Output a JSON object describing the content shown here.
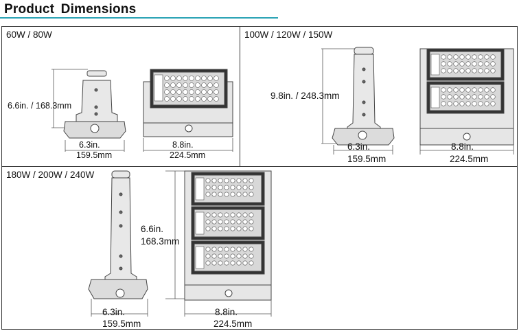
{
  "header": {
    "title": "Product  Dimensions",
    "accent": "#2aa3b5"
  },
  "panels": [
    {
      "title": "60W / 80W",
      "height_label": "6.6in. / 168.3mm",
      "side_width_in": "6.3in.",
      "side_width_mm": "159.5mm",
      "front_width_in": "8.8in.",
      "front_width_mm": "224.5mm"
    },
    {
      "title": "100W / 120W / 150W",
      "height_label": "9.8in. / 248.3mm",
      "side_width_in": "6.3in.",
      "side_width_mm": "159.5mm",
      "front_width_in": "8.8in.",
      "front_width_mm": "224.5mm"
    },
    {
      "title": "180W / 200W / 240W",
      "height_in": "6.6in.",
      "height_mm": "168.3mm",
      "side_width_in": "6.3in.",
      "side_width_mm": "159.5mm",
      "front_width_in": "8.8in.",
      "front_width_mm": "224.5mm"
    }
  ],
  "icons": [
    "side-view-drawing",
    "front-view-drawing",
    "led-module",
    "dimension-line"
  ]
}
